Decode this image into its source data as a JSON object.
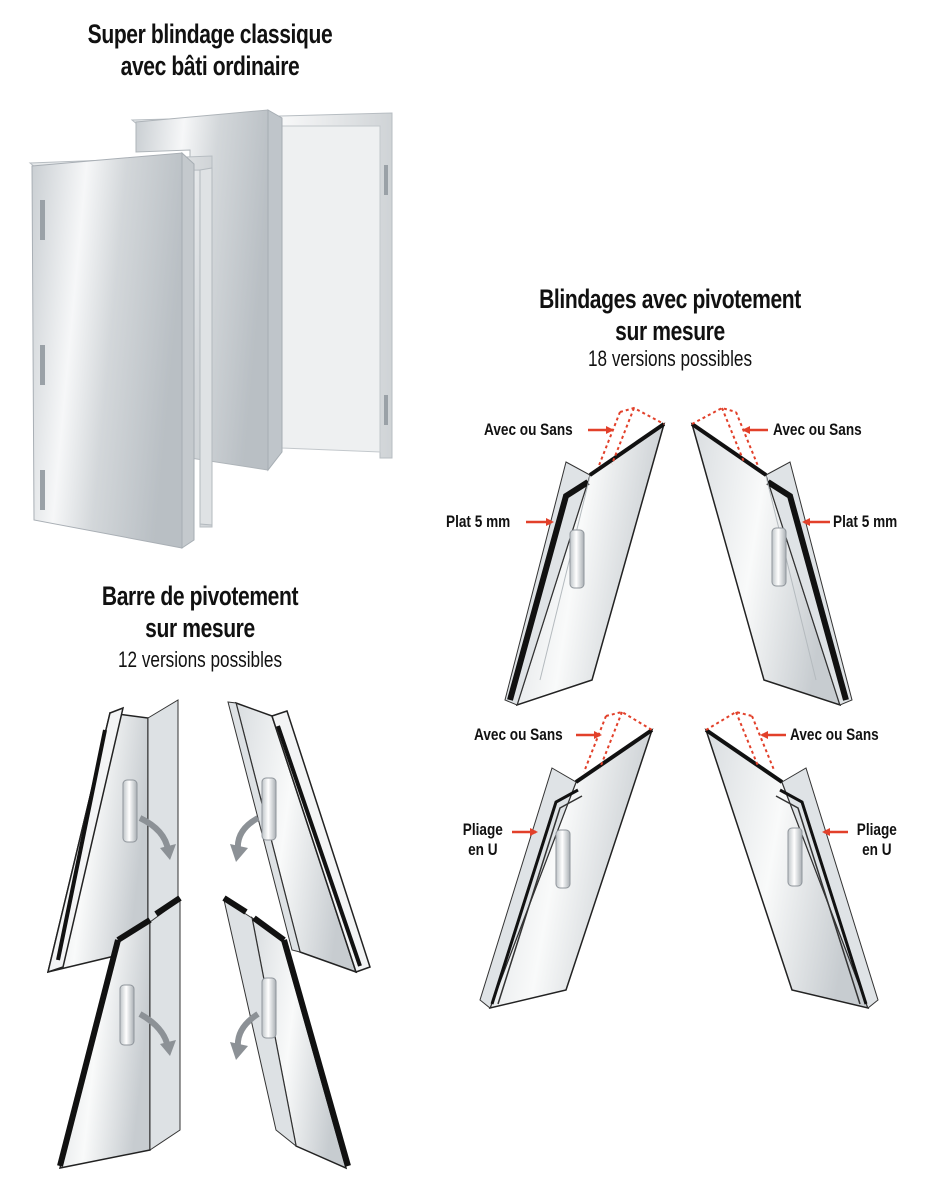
{
  "section_classic": {
    "title_line1": "Super blindage classique",
    "title_line2": "avec bâti ordinaire"
  },
  "section_bar": {
    "title_line1": "Barre de pivotement",
    "title_line2": "sur mesure",
    "subtitle": "12 versions possibles"
  },
  "section_pivot": {
    "title_line1": "Blindages avec pivotement",
    "title_line2": "sur mesure",
    "subtitle": "18 versions possibles"
  },
  "labels": {
    "avec_ou_sans": "Avec ou Sans",
    "plat": "Plat 5 mm",
    "pliage_line1": "Pliage",
    "pliage_line2": "en U"
  },
  "colors": {
    "arrow_red": "#e2402a",
    "curve_arrow_gray": "#8c9196",
    "steel": "#d8dcdf",
    "plate_black": "#111111"
  }
}
